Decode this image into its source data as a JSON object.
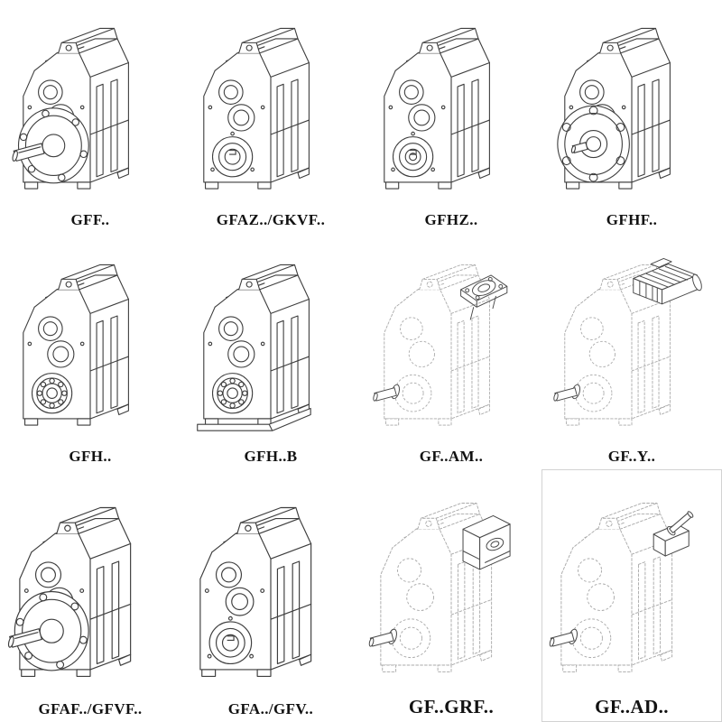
{
  "palette": {
    "ink": "#3e3e3e",
    "faint": "#a9a9a9",
    "background": "#ffffff"
  },
  "catalog": {
    "description": "parallel-shaft helical gear unit mounting variants",
    "cells": [
      {
        "label": "GFF..",
        "drawing": "gearbox-output-flange-solid-shaft"
      },
      {
        "label": "GFAZ../GKVF..",
        "drawing": "gearbox-hollow-shaft"
      },
      {
        "label": "GFHZ..",
        "drawing": "gearbox-hollow-shaft-shrink-disc"
      },
      {
        "label": "GFHF..",
        "drawing": "gearbox-front-flange-bolt-holes"
      },
      {
        "label": "GFH..",
        "drawing": "gearbox-hollow-shaft-bearing"
      },
      {
        "label": "GFH..B",
        "drawing": "gearbox-hollow-shaft-bearing-baseplate"
      },
      {
        "label": "GF..AM..",
        "drawing": "gearbox-phantom-iec-adapter-flange"
      },
      {
        "label": "GF..Y..",
        "drawing": "gearbox-phantom-mounted-motor"
      },
      {
        "label": "GFAF../GFVF..",
        "drawing": "gearbox-output-flange-solid-shaft"
      },
      {
        "label": "GFA../GFV..",
        "drawing": "gearbox-hollow-shaft"
      },
      {
        "label": "GF..GRF..",
        "drawing": "gearbox-phantom-input-block"
      },
      {
        "label": "GF..AD..",
        "drawing": "gearbox-phantom-free-input-shaft"
      }
    ]
  }
}
